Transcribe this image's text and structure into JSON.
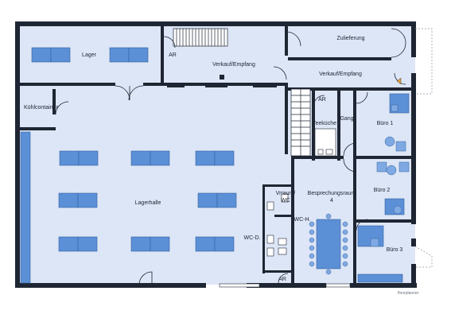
{
  "rooms": {
    "lager": "Lager",
    "ar_top": "AR",
    "verkauf_empfang_main": "Verkauf/Empfang",
    "zulieferung": "Zulieferung",
    "verkauf_empfang_right": "Verkauf/Empfang",
    "kuehlcontainer": "Kühlcontainer",
    "ar_mid": "AR",
    "gang": "Gang",
    "teekueche": "Teeküche",
    "buero1": "Büro 1",
    "lagerhalle": "Lagerhalle",
    "vrraum_line1": "Vrraum/",
    "vrraum_line2": "WC",
    "besprechungsraum_line1": "Besprechungsraum",
    "besprechungsraum_line2": "4",
    "buero2": "Büro 2",
    "wc_h": "WC-H.",
    "wc_d": "WC-D.",
    "buero3": "Büro 3",
    "ar_bottom": "AR"
  },
  "brand": "floorplanner",
  "colors": {
    "wall": "#1f2633",
    "floor": "#dde6f6",
    "furniture": "#5b8fd6",
    "furniture_edge": "#34629f",
    "door_arc": "#1f2633"
  }
}
